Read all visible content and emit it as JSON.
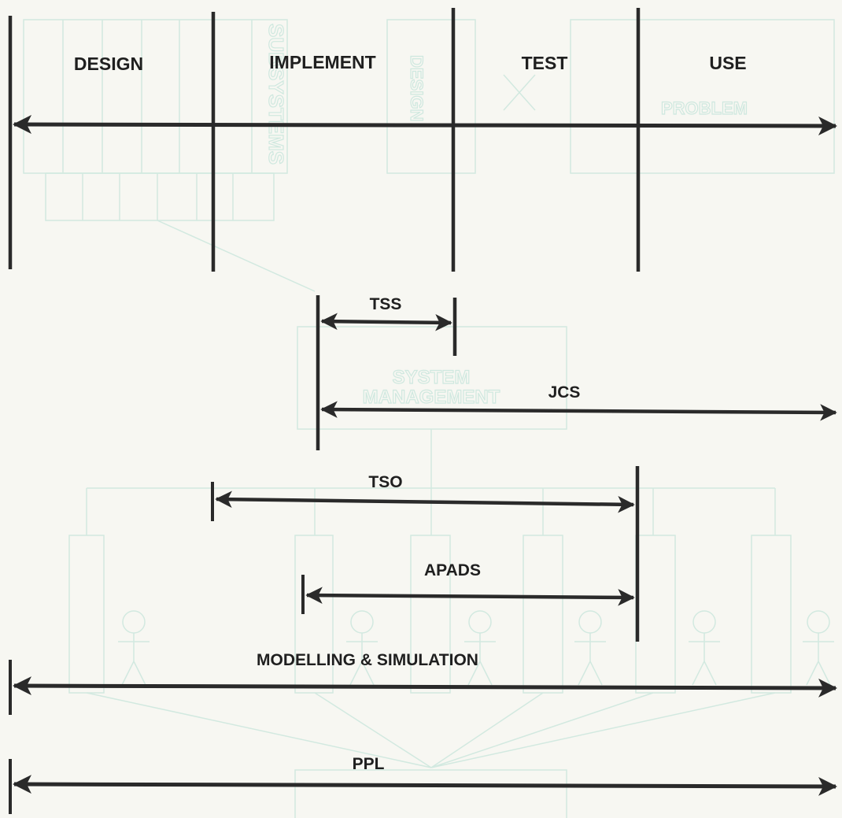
{
  "colors": {
    "paper": "#f7f7f2",
    "ink": "#2a2a2a",
    "ghost": "#d2e9e0"
  },
  "phases": [
    "DESIGN",
    "IMPLEMENT",
    "TEST",
    "USE"
  ],
  "tools": [
    {
      "id": "tss",
      "label": "TSS",
      "phase_span": [
        "IMPLEMENT",
        "TEST"
      ]
    },
    {
      "id": "jcs",
      "label": "JCS",
      "phase_span": [
        "IMPLEMENT",
        "USE"
      ]
    },
    {
      "id": "tso",
      "label": "TSO",
      "phase_span": [
        "IMPLEMENT",
        "USE"
      ]
    },
    {
      "id": "apads",
      "label": "APADS",
      "phase_span": [
        "IMPLEMENT",
        "USE"
      ]
    },
    {
      "id": "modelling",
      "label": "MODELLING & SIMULATION",
      "phase_span": [
        "DESIGN",
        "USE"
      ]
    },
    {
      "id": "ppl",
      "label": "PPL",
      "phase_span": [
        "DESIGN",
        "USE"
      ]
    }
  ],
  "background_text": {
    "subsystems": "SUBSYSTEMS",
    "design": "DESIGN",
    "system_management_1": "SYSTEM",
    "system_management_2": "MANAGEMENT",
    "problem": "PROBLEM"
  }
}
